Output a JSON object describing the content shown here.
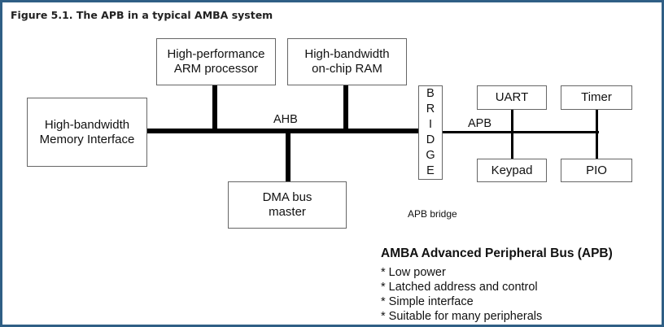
{
  "figure": {
    "title": "Figure 5.1. The APB in a typical AMBA system"
  },
  "components": {
    "processor": {
      "line1": "High-performance",
      "line2": "ARM processor"
    },
    "ram": {
      "line1": "High-bandwidth",
      "line2": "on-chip RAM"
    },
    "memory": {
      "line1": "High-bandwidth",
      "line2": "Memory Interface"
    },
    "dma": {
      "line1": "DMA bus",
      "line2": "master"
    },
    "bridge_letters": [
      "B",
      "R",
      "I",
      "D",
      "G",
      "E"
    ],
    "uart": "UART",
    "timer": "Timer",
    "keypad": "Keypad",
    "pio": "PIO"
  },
  "labels": {
    "ahb": "AHB",
    "apb": "APB",
    "apb_bridge": "APB bridge"
  },
  "summary": {
    "heading": "AMBA Advanced Peripheral Bus (APB)",
    "features": [
      "* Low power",
      "* Latched address and control",
      "* Simple interface",
      "* Suitable for many peripherals"
    ]
  }
}
